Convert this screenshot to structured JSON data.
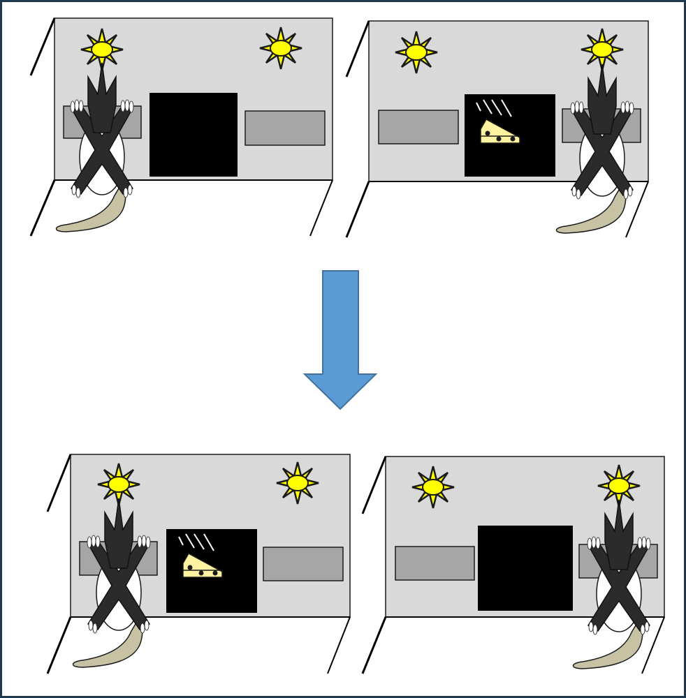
{
  "panels": [
    {
      "id": "top-left",
      "rat_side": "left",
      "screen_has_cheese": false
    },
    {
      "id": "top-right",
      "rat_side": "right",
      "screen_has_cheese": true
    },
    {
      "id": "bottom-left",
      "rat_side": "left",
      "screen_has_cheese": true
    },
    {
      "id": "bottom-right",
      "rat_side": "right",
      "screen_has_cheese": false
    }
  ],
  "colors": {
    "frame_border": "#1f3a4f",
    "wall": "#d9d9d9",
    "lever": "#a6a6a6",
    "screen": "#000000",
    "sun": "#ffff00",
    "sun_ray": "#1a1a1a",
    "rat": "#2b2b2b",
    "tail": "#c8c2a4",
    "cheese": "#fff2a0",
    "arrow": "#5b9bd5",
    "arrow_outline": "#41719c"
  },
  "icons": {
    "sun": "sun-icon",
    "cheese": "cheese-icon",
    "arrow": "down-arrow-icon"
  }
}
